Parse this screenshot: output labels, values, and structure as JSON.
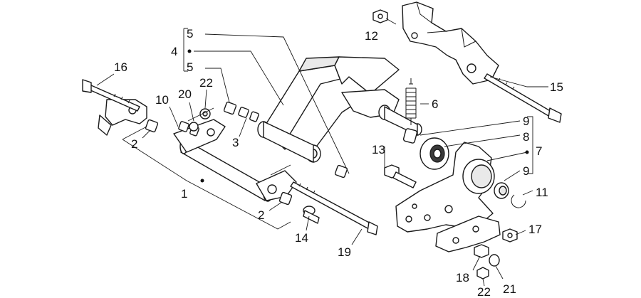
{
  "diagram": {
    "callouts": {
      "c1": "1",
      "c2a": "2",
      "c2b": "2",
      "c3": "3",
      "c4": "4",
      "c5a": "5",
      "c5b": "5",
      "c6": "6",
      "c7": "7",
      "c8": "8",
      "c9a": "9",
      "c9b": "9",
      "c10": "10",
      "c11": "11",
      "c12": "12",
      "c13": "13",
      "c14": "14",
      "c15": "15",
      "c16": "16",
      "c17": "17",
      "c18": "18",
      "c19": "19",
      "c20": "20",
      "c21": "21",
      "c22a": "22",
      "c22b": "22"
    }
  }
}
